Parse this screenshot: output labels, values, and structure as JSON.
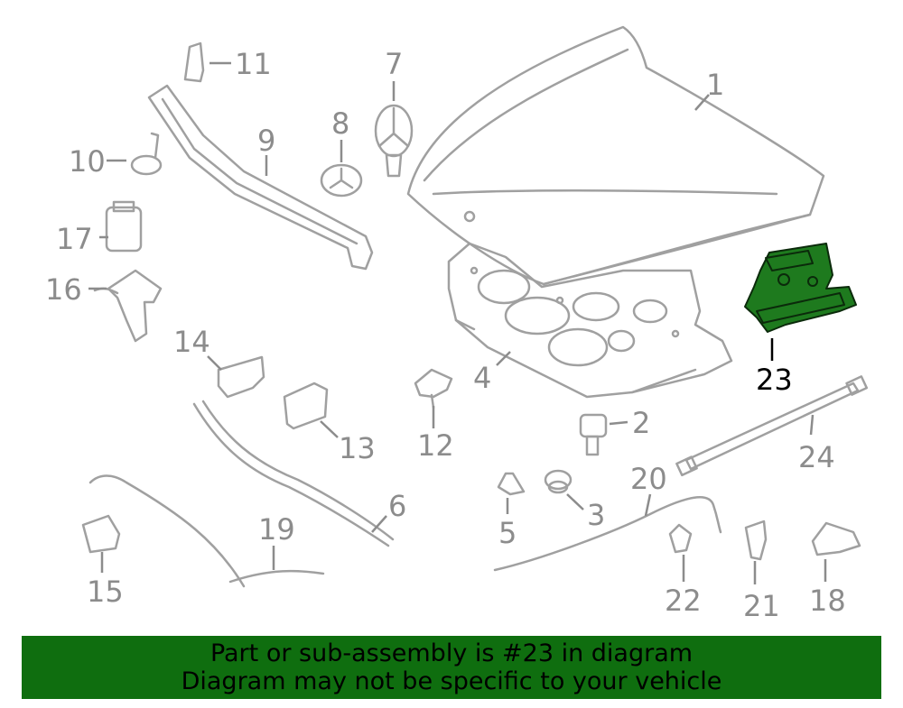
{
  "diagram": {
    "highlighted_part": "23",
    "callouts": [
      {
        "id": "c1",
        "label": "1"
      },
      {
        "id": "c2",
        "label": "2"
      },
      {
        "id": "c3",
        "label": "3"
      },
      {
        "id": "c4",
        "label": "4"
      },
      {
        "id": "c5",
        "label": "5"
      },
      {
        "id": "c6",
        "label": "6"
      },
      {
        "id": "c7",
        "label": "7"
      },
      {
        "id": "c8",
        "label": "8"
      },
      {
        "id": "c9",
        "label": "9"
      },
      {
        "id": "c10",
        "label": "10"
      },
      {
        "id": "c11",
        "label": "11"
      },
      {
        "id": "c12",
        "label": "12"
      },
      {
        "id": "c13",
        "label": "13"
      },
      {
        "id": "c14",
        "label": "14"
      },
      {
        "id": "c15",
        "label": "15"
      },
      {
        "id": "c16",
        "label": "16"
      },
      {
        "id": "c17",
        "label": "17"
      },
      {
        "id": "c18",
        "label": "18"
      },
      {
        "id": "c19",
        "label": "19"
      },
      {
        "id": "c20",
        "label": "20"
      },
      {
        "id": "c21",
        "label": "21"
      },
      {
        "id": "c22",
        "label": "22"
      },
      {
        "id": "c23",
        "label": "23"
      },
      {
        "id": "c24",
        "label": "24"
      }
    ]
  },
  "banner": {
    "line1": "Part or sub-assembly is #23 in diagram",
    "line2": "Diagram may not be specific to your vehicle",
    "background": "#0f6e0f"
  },
  "colors": {
    "line_art": "#a0a0a0",
    "highlight": "#1e7a1e",
    "highlight_label": "#000000"
  }
}
